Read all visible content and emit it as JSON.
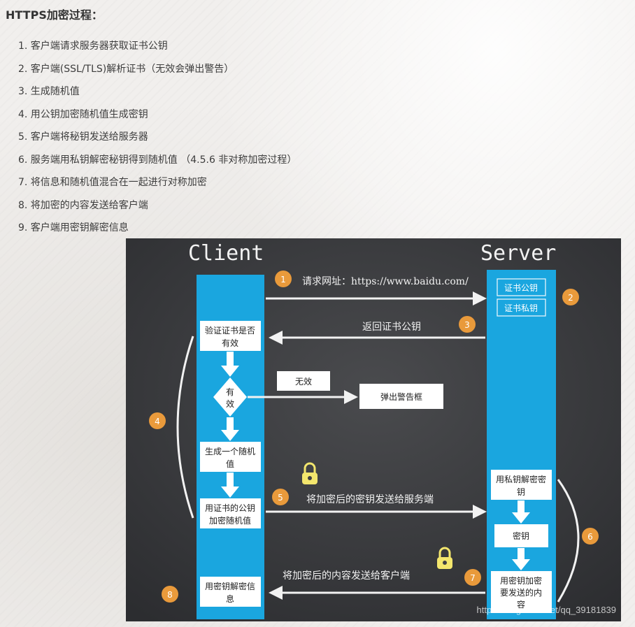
{
  "heading": "HTTPS加密过程：",
  "steps": [
    "1. 客户端请求服务器获取证书公钥",
    "2. 客户端(SSL/TLS)解析证书（无效会弹出警告）",
    "3. 生成随机值",
    "4. 用公钥加密随机值生成密钥",
    "5. 客户端将秘钥发送给服务器",
    "6. 服务端用私钥解密秘钥得到随机值 （4.5.6 非对称加密过程）",
    "7. 将信息和随机值混合在一起进行对称加密",
    "8. 将加密的内容发送给客户端",
    "9. 客户端用密钥解密信息"
  ],
  "diagram": {
    "client_label": "Client",
    "server_label": "Server",
    "badges": [
      "1",
      "2",
      "3",
      "4",
      "5",
      "6",
      "7",
      "8"
    ],
    "arrow_request": "请求网址：https://www.baidu.com/",
    "arrow_return": "返回证书公钥",
    "arrow_send_key": "将加密后的密钥发送给服务端",
    "arrow_send_content": "将加密后的内容发送给客户端",
    "server_cert_public": "证书公钥",
    "server_cert_private": "证书私钥",
    "client_verify": [
      "验证证书是否",
      "有效"
    ],
    "client_valid": [
      "有",
      "效"
    ],
    "invalid_label": "无效",
    "warning_box": "弹出警告框",
    "client_generate": [
      "生成一个随机",
      "值"
    ],
    "client_encrypt": [
      "用证书的公钥",
      "加密随机值"
    ],
    "client_decrypt": [
      "用密钥解密信",
      "息"
    ],
    "server_decrypt": [
      "用私钥解密密",
      "钥"
    ],
    "server_key": "密钥",
    "server_encrypt": [
      "用密钥加密",
      "要发送的内",
      "容"
    ],
    "watermark": "https://blog.csdn.net/qq_39181839",
    "colors": {
      "board": "#3f4043",
      "pillar": "#1aa6df",
      "badge": "#e99a3b",
      "lock": "#f3e66d",
      "chalk": "#f2f2f2"
    }
  }
}
